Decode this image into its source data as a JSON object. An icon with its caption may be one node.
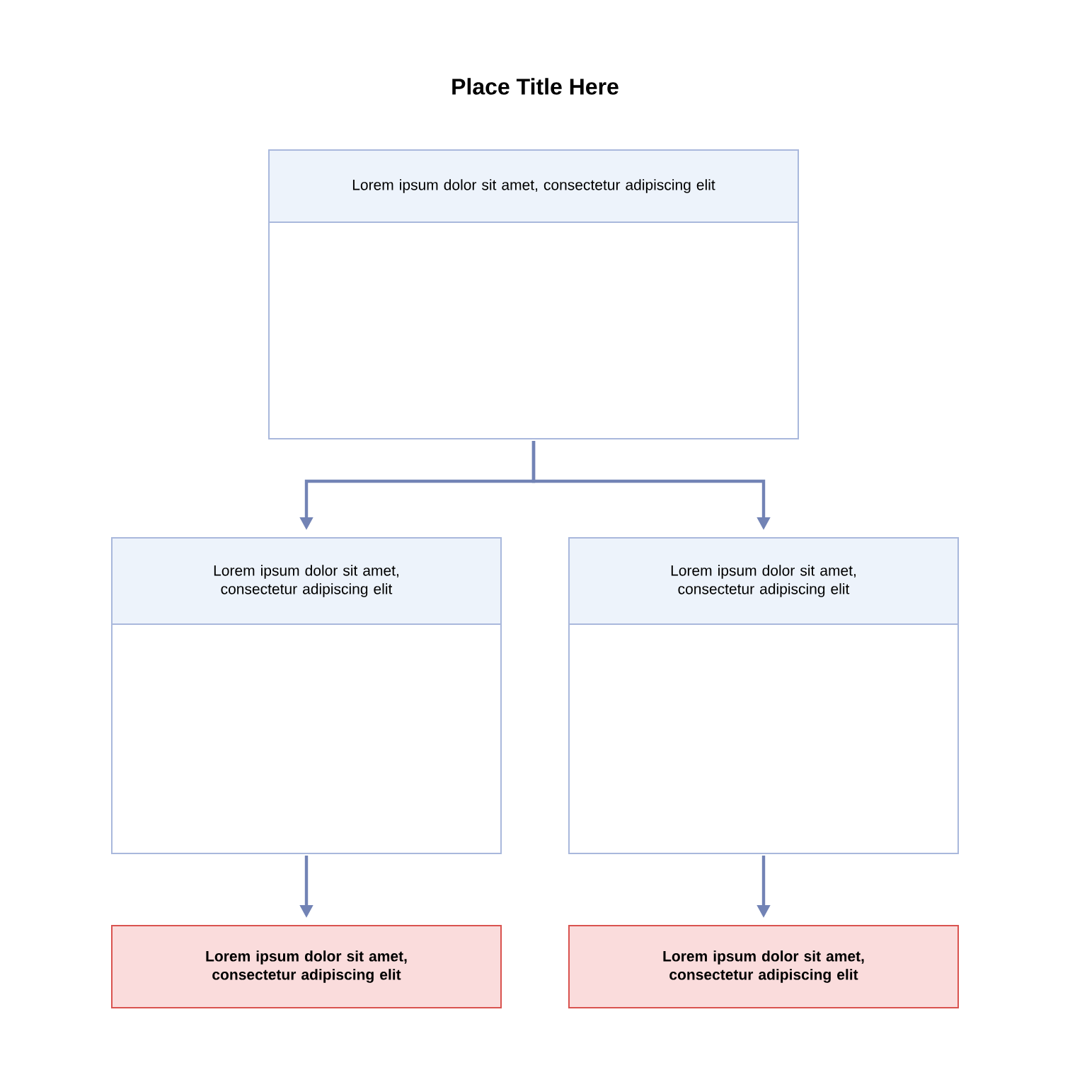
{
  "diagram": {
    "title": "Place Title Here",
    "nodes": [
      {
        "text": [
          "Lorem ipsum dolor sit amet, consectetur adipiscing elit"
        ]
      },
      {
        "text": [
          "Lorem ipsum dolor sit amet, consectetur adipiscing elit"
        ]
      },
      {
        "text": [
          "Lorem ipsum dolor sit amet, consectetur adipiscing elit"
        ]
      },
      {
        "text": [
          "Lorem ipsum dolor sit amet, consectetur adipiscing elit"
        ]
      },
      {
        "text": [
          "Lorem ipsum dolor sit amet, consectetur adipiscing elit"
        ]
      }
    ],
    "edges": [
      {
        "from": 0,
        "to": 1,
        "arrow": "to"
      },
      {
        "from": 0,
        "to": 2,
        "arrow": "to"
      },
      {
        "from": 1,
        "to": 3,
        "arrow": "to"
      },
      {
        "from": 2,
        "to": 4,
        "arrow": "to"
      }
    ]
  }
}
